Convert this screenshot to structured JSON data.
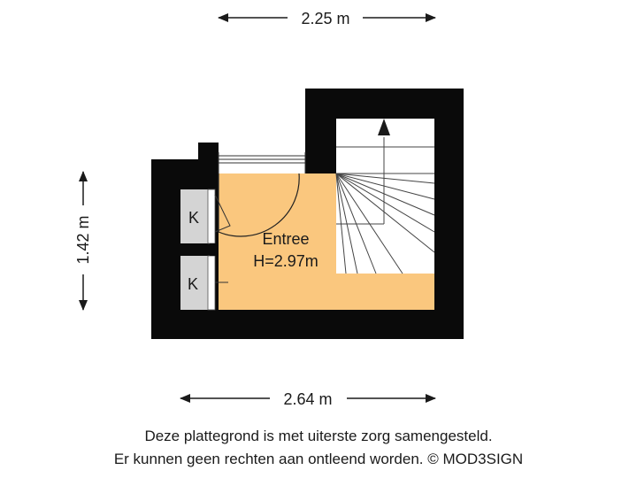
{
  "dimensions": {
    "top_width": "2.25 m",
    "left_height": "1.42 m",
    "bottom_width": "2.64 m"
  },
  "room": {
    "name": "Entree",
    "height": "H=2.97m",
    "fill_color": "#FAC77E"
  },
  "closets": {
    "upper_label": "K",
    "lower_label": "K",
    "fill_color": "#D4D4D4"
  },
  "colors": {
    "wall": "#0a0a0a",
    "stairs_bg": "#ffffff"
  },
  "footer": {
    "line1": "Deze plattegrond is met uiterste zorg samengesteld.",
    "line2": "Er kunnen geen rechten aan ontleend worden. © MOD3SIGN"
  }
}
